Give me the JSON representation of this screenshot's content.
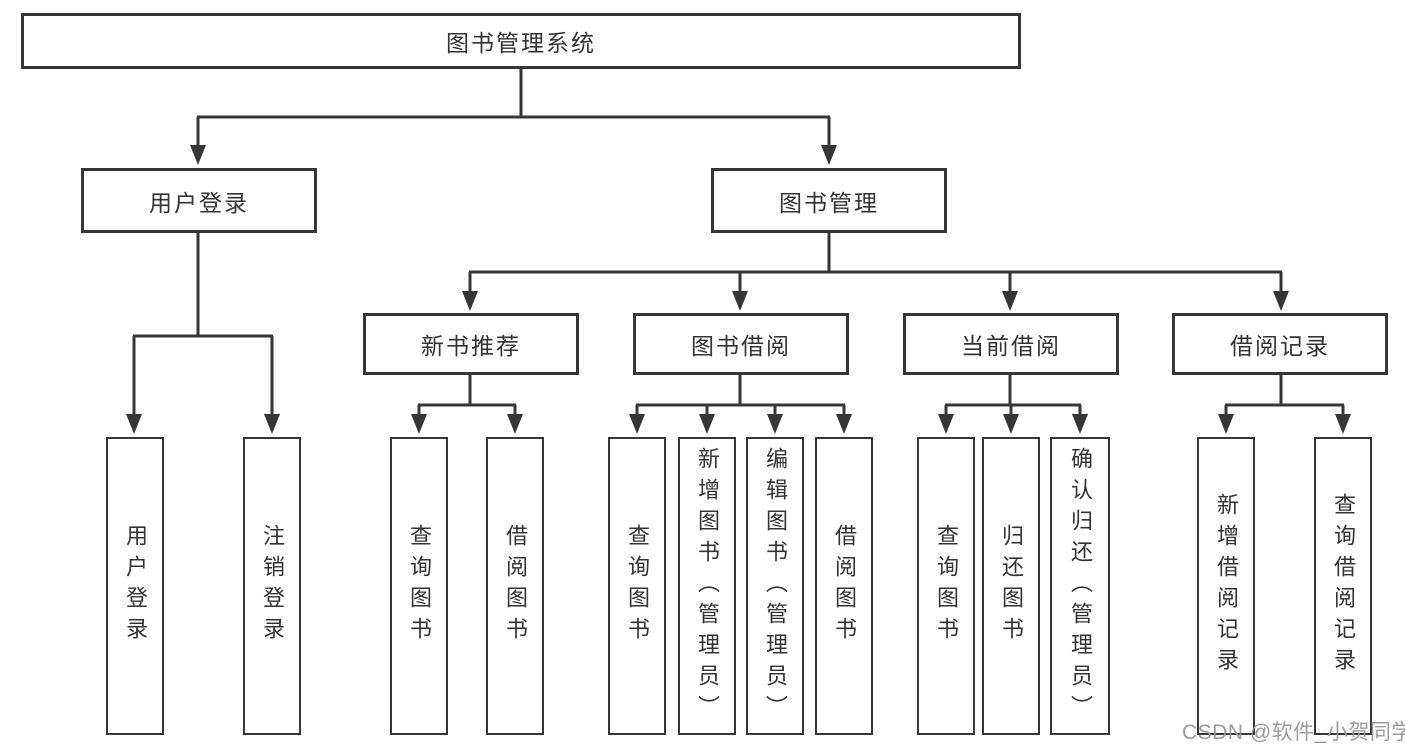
{
  "diagram": {
    "root": "图书管理系统",
    "level2": {
      "user_login": "用户登录",
      "book_management": "图书管理"
    },
    "level3": {
      "new_book_recommendation": "新书推荐",
      "book_borrowing": "图书借阅",
      "current_borrowing": "当前借阅",
      "borrowing_records": "借阅记录"
    },
    "leaves": {
      "user_login": "用户登录",
      "logout": "注销登录",
      "recommend_query_books": "查询图书",
      "recommend_borrow_books": "借阅图书",
      "borrowing_query_books": "查询图书",
      "borrowing_add_books_admin": "新增图书（管理员）",
      "borrowing_edit_books_admin": "编辑图书（管理员）",
      "borrowing_borrow_books": "借阅图书",
      "current_query_books": "查询图书",
      "current_return_books": "归还图书",
      "current_confirm_return_admin": "确认归还（管理员）",
      "records_add_record": "新增借阅记录",
      "records_query_record": "查询借阅记录"
    },
    "watermark": "CSDN @软件_小贺同学"
  },
  "colors": {
    "line": "#363636",
    "text": "#333333",
    "watermark": "#96969c",
    "background": "#ffffff"
  }
}
